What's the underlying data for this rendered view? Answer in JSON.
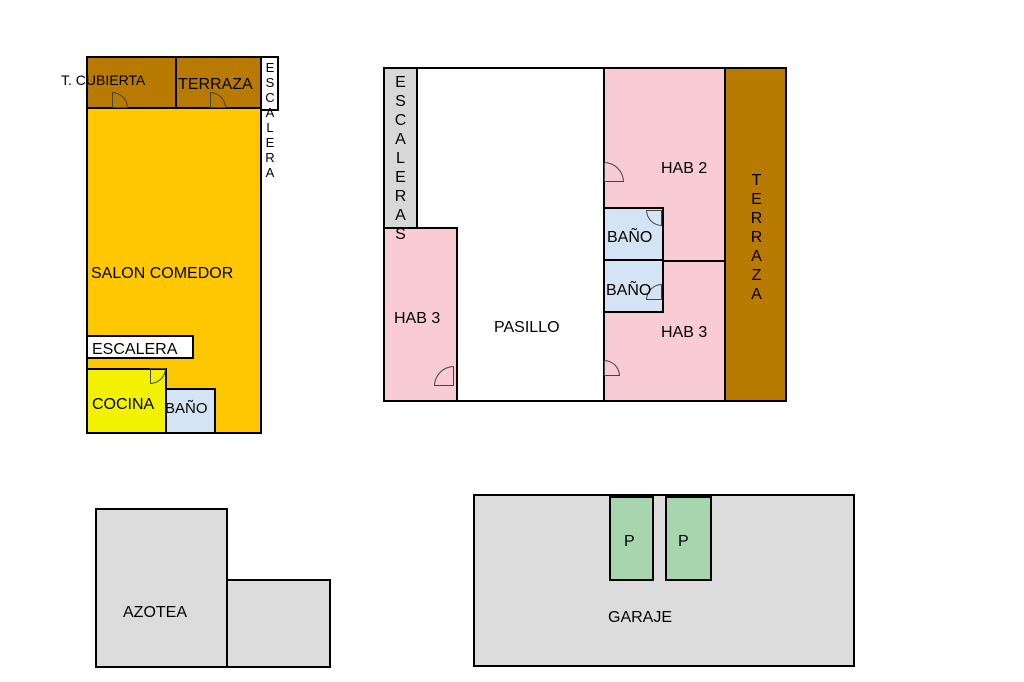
{
  "plan_1": {
    "terraza_cubierta": "T. CUBIERTA",
    "terraza": "TERRAZA",
    "escalera_vertical": "ESCALERA",
    "salon_comedor": "SALON COMEDOR",
    "escalera": "ESCALERA",
    "cocina": "COCINA",
    "bano": "BAÑO"
  },
  "plan_2": {
    "escaleras_vertical": "ESCALERAS",
    "hab_3_left": "HAB 3",
    "pasillo": "PASILLO",
    "hab_2": "HAB 2",
    "bano_top": "BAÑO",
    "bano_bottom": "BAÑO",
    "hab_3_right": "HAB 3",
    "terraza_vertical": "TERRAZA"
  },
  "plan_3": {
    "azotea": "AZOTEA"
  },
  "plan_4": {
    "garaje": "GARAJE",
    "parking_1": "P",
    "parking_2": "P"
  },
  "colors": {
    "brown": "#B87A00",
    "orange_yellow": "#FFC700",
    "bright_yellow": "#F2F200",
    "light_blue": "#D4E4F4",
    "pink": "#F9CBD4",
    "gray": "#DCDCDC",
    "light_gray": "#D8D8D8",
    "green": "#A6D5AE"
  }
}
